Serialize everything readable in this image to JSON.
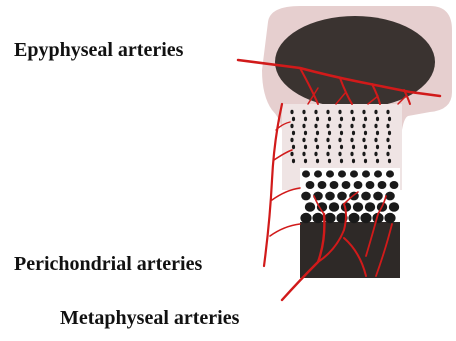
{
  "labels": {
    "epiphyseal": "Epyphyseal arteries",
    "perichondrial": "Perichondrial arteries",
    "metaphyseal": "Metaphyseal arteries"
  },
  "colors": {
    "cartilage": "#e6cfcf",
    "epiphysis": "#3a3330",
    "diaphysis": "#2e2927",
    "artery": "#d11a1a",
    "cell": "#1a1a1a"
  }
}
